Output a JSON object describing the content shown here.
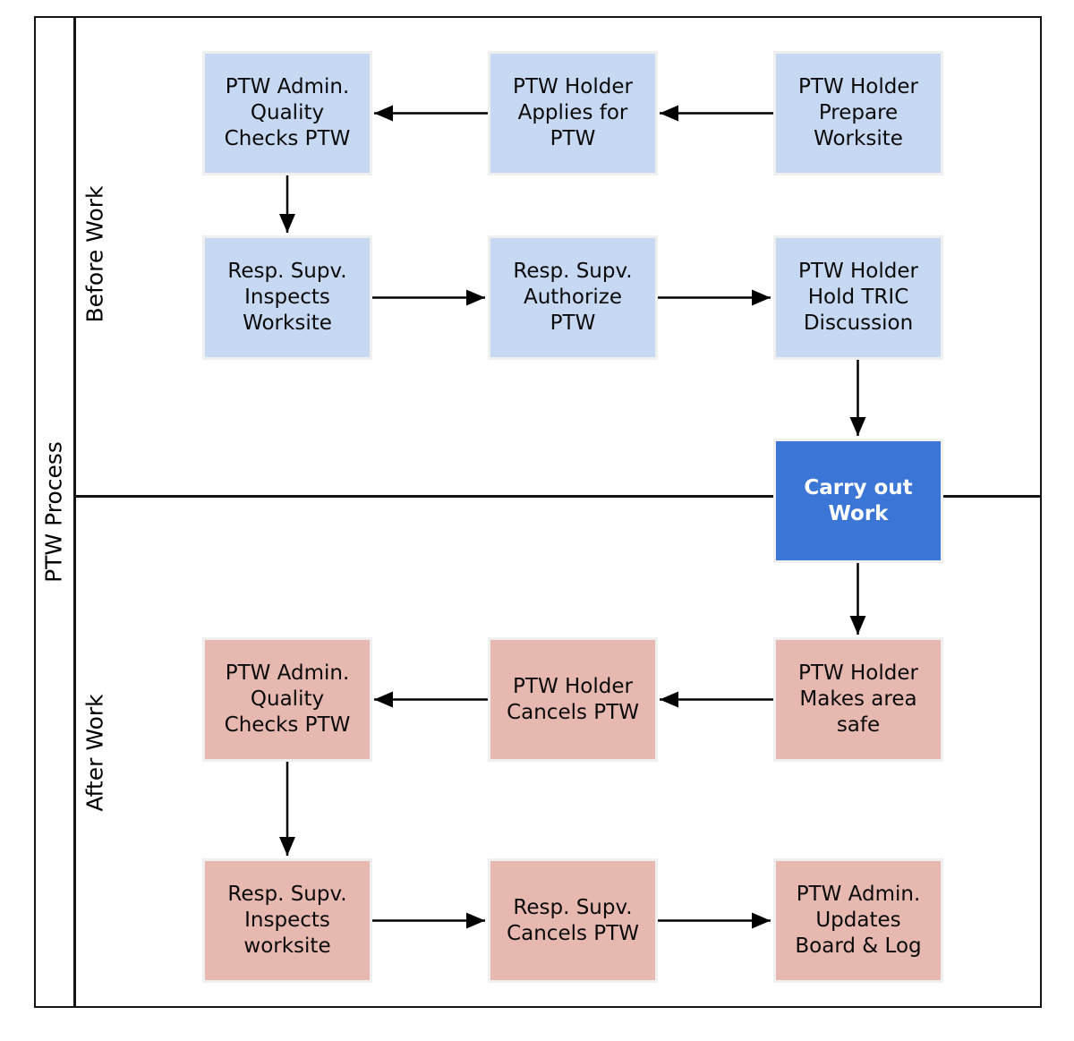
{
  "title": "PTW Process",
  "lanes": {
    "before": "Before Work",
    "after": "After Work"
  },
  "colors": {
    "box_blue": "#c7d8f2",
    "box_pink": "#e7b8b0",
    "box_accent": "#3b76d6",
    "accent_text": "#ffffff",
    "line": "#000000"
  },
  "nodes": [
    {
      "id": "admin-quality-checks-before",
      "phase": "before",
      "label": "PTW Admin.\nQuality\nChecks PTW"
    },
    {
      "id": "holder-applies-for-ptw",
      "phase": "before",
      "label": "PTW Holder\nApplies for\nPTW"
    },
    {
      "id": "holder-prepare-worksite",
      "phase": "before",
      "label": "PTW Holder\nPrepare\nWorksite"
    },
    {
      "id": "supv-inspects-worksite-before",
      "phase": "before",
      "label": "Resp. Supv.\nInspects\nWorksite"
    },
    {
      "id": "supv-authorize-ptw",
      "phase": "before",
      "label": "Resp. Supv.\nAuthorize\nPTW"
    },
    {
      "id": "holder-hold-tric-discussion",
      "phase": "before",
      "label": "PTW Holder\nHold TRIC\nDiscussion"
    },
    {
      "id": "carry-out-work",
      "phase": "during",
      "label": "Carry out\nWork"
    },
    {
      "id": "admin-quality-checks-after",
      "phase": "after",
      "label": "PTW Admin.\nQuality\nChecks PTW"
    },
    {
      "id": "holder-cancels-ptw",
      "phase": "after",
      "label": "PTW Holder\nCancels PTW"
    },
    {
      "id": "holder-makes-area-safe",
      "phase": "after",
      "label": "PTW Holder\nMakes area\nsafe"
    },
    {
      "id": "supv-inspects-worksite-after",
      "phase": "after",
      "label": "Resp. Supv.\nInspects\nworksite"
    },
    {
      "id": "supv-cancels-ptw",
      "phase": "after",
      "label": "Resp. Supv.\nCancels PTW"
    },
    {
      "id": "admin-updates-board-log",
      "phase": "after",
      "label": "PTW Admin.\nUpdates\nBoard & Log"
    }
  ]
}
